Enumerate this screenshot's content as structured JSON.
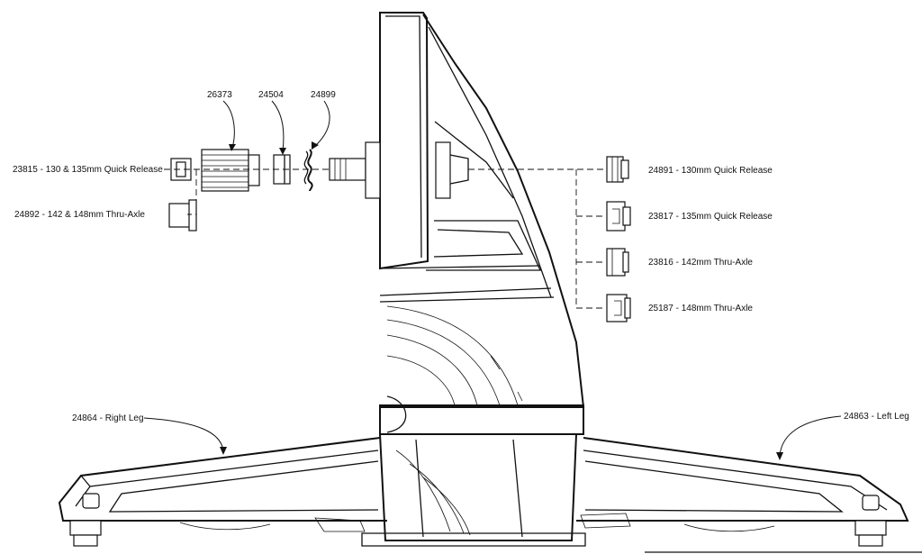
{
  "labels": {
    "hub_body": "26373",
    "spacer": "24504",
    "washer": "24899",
    "qr_130_135_left": "23815 - 130 & 135mm Quick Release",
    "thru_142_148_left": "24892 - 142 & 148mm Thru-Axle",
    "qr_130_right": "24891 - 130mm Quick Release",
    "qr_135_right": "23817 - 135mm Quick Release",
    "thru_142_right": "23816 - 142mm Thru-Axle",
    "thru_148_right": "25187 - 148mm Thru-Axle",
    "right_leg": "24864 - Right Leg",
    "left_leg": "24863 - Left Leg"
  }
}
